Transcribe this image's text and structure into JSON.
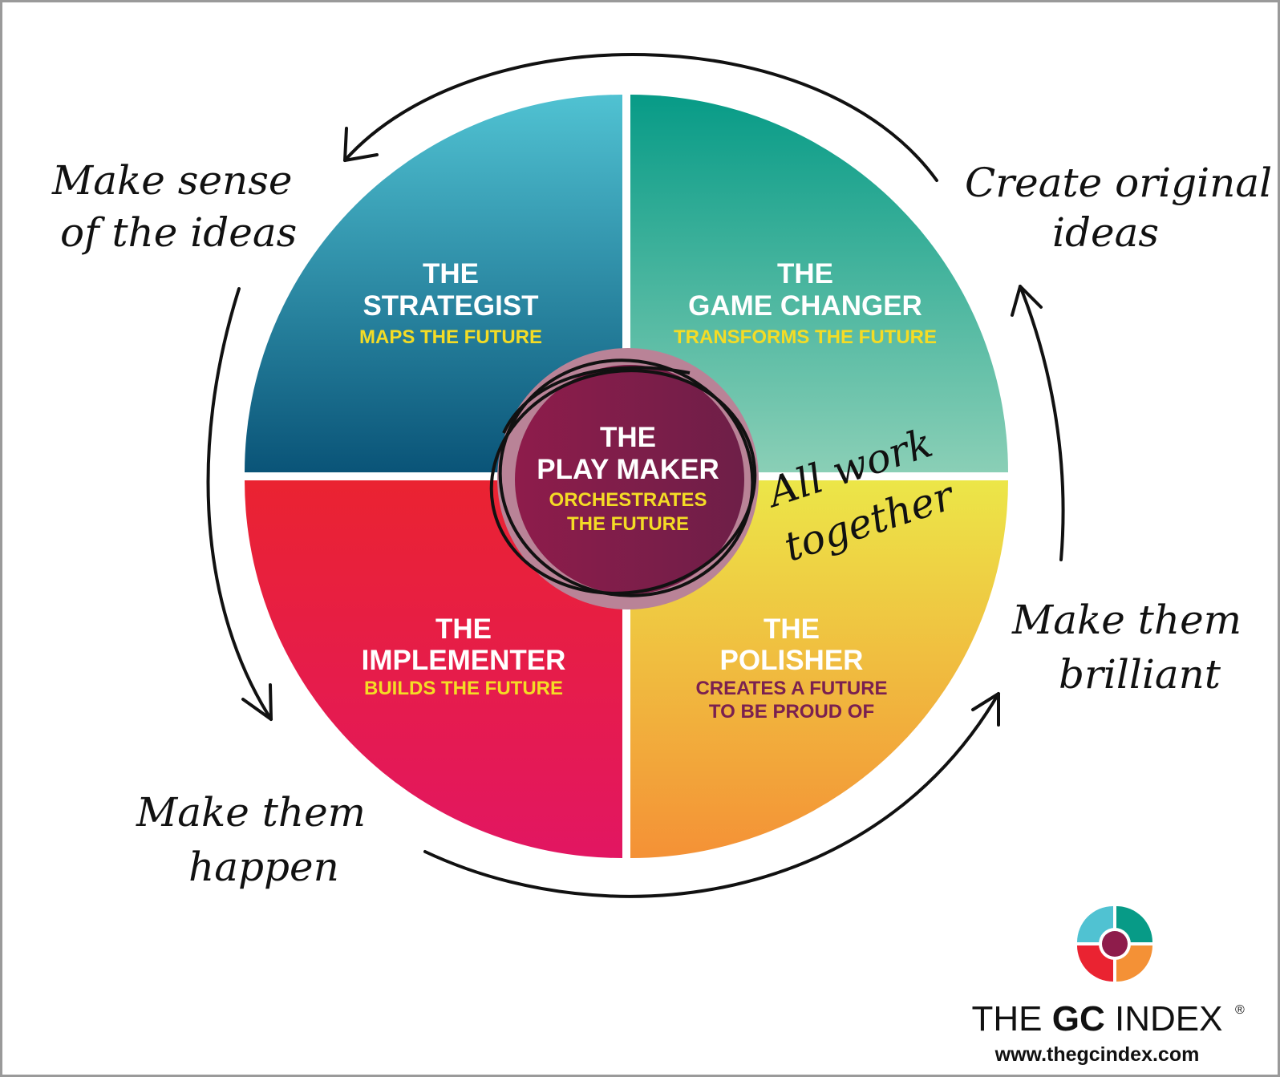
{
  "quadrants": {
    "strategist": {
      "title1": "THE",
      "title2": "STRATEGIST",
      "sub1": "MAPS THE FUTURE",
      "sub2": "",
      "color_top": "#50c2d2",
      "color_bottom": "#0a5478",
      "sub_color": "#f4dc25"
    },
    "game_changer": {
      "title1": "THE",
      "title2": "GAME CHANGER",
      "sub1": "TRANSFORMS THE FUTURE",
      "sub2": "",
      "color_top": "#079b87",
      "color_bottom": "#8acfb6",
      "sub_color": "#f4dc25"
    },
    "implementer": {
      "title1": "THE",
      "title2": "IMPLEMENTER",
      "sub1": "BUILDS THE FUTURE",
      "sub2": "",
      "color_top": "#ea2331",
      "color_bottom": "#e21662",
      "sub_color": "#f4dc25"
    },
    "polisher": {
      "title1": "THE",
      "title2": "POLISHER",
      "sub1": "CREATES A FUTURE",
      "sub2": "TO BE PROUD OF",
      "color_top": "#ece648",
      "color_bottom": "#f49136",
      "sub_color": "#7a2050"
    }
  },
  "center": {
    "title1": "THE",
    "title2": "PLAY MAKER",
    "sub1": "ORCHESTRATES",
    "sub2": "THE FUTURE",
    "color_left": "#8e1c4b",
    "color_right": "#6e1f48",
    "halo_color": "#b98397",
    "sub_color": "#f4dc25"
  },
  "annotations": {
    "sense1": "Make sense",
    "sense2": "of the ideas",
    "create1": "Create original",
    "create2": "ideas",
    "brilliant1": "Make them",
    "brilliant2": "brilliant",
    "happen1": "Make them",
    "happen2": "happen",
    "together1": "All work",
    "together2": "together"
  },
  "brand": {
    "name_prefix": "THE ",
    "name_bold": "GC",
    "name_suffix": " INDEX",
    "registered": "®",
    "url": "www.thegcindex.com"
  }
}
